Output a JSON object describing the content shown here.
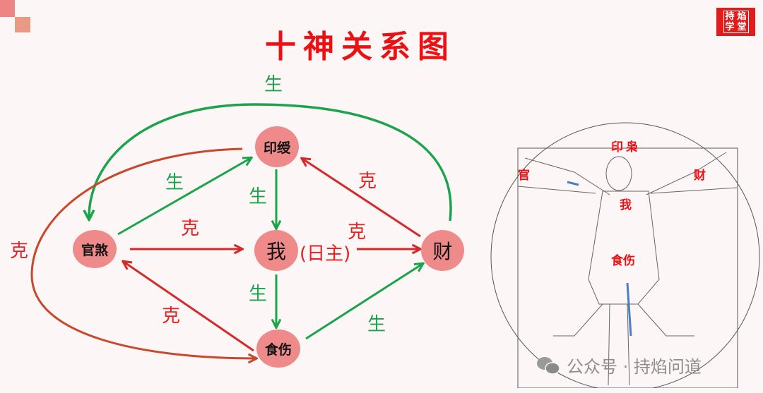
{
  "title": "十神关系图",
  "logo": {
    "chars": [
      "持",
      "焰",
      "学",
      "堂"
    ]
  },
  "nodes": {
    "yinshou": "印绶",
    "guansha": "官煞",
    "wo": "我",
    "cai": "财",
    "shishang": "食伤"
  },
  "wo_note": "(日主)",
  "edges": {
    "sheng_top": "生",
    "sheng_guan_yin": "生",
    "sheng_yin_wo": "生",
    "sheng_wo_shi": "生",
    "sheng_shi_cai": "生",
    "ke_guan_wo": "克",
    "ke_wo_cai": "克",
    "ke_cai_yin": "克",
    "ke_shi_guan": "克",
    "ke_yin_shi": "克"
  },
  "figure_labels": {
    "yinxiao": "印枭",
    "guan": "官",
    "cai": "财",
    "wo": "我",
    "shishang": "食伤"
  },
  "colors": {
    "sheng": "#1aa44b",
    "ke": "#d42a2a",
    "ke_outer": "#c9472a",
    "node": "#ee8a8a",
    "title": "#ee0f12"
  },
  "watermark": {
    "text": "公众号 · 持焰问道"
  }
}
